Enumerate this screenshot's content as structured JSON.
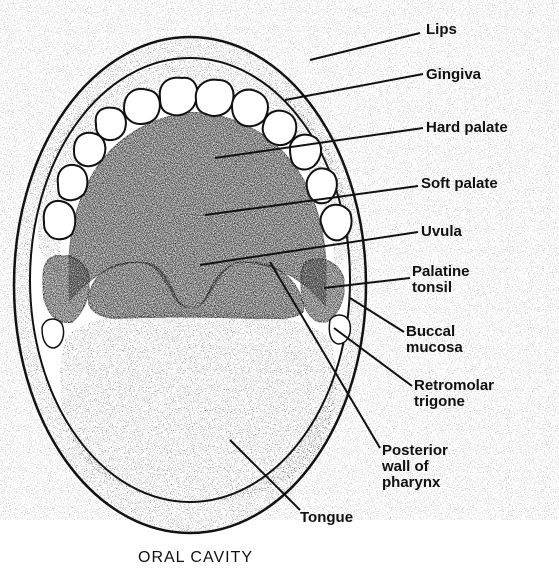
{
  "figure": {
    "caption": "ORAL CAVITY",
    "labels": {
      "lips": "Lips",
      "gingiva": "Gingiva",
      "hard_palate": "Hard palate",
      "soft_palate": "Soft palate",
      "uvula": "Uvula",
      "palatine_tonsil": [
        "Palatine",
        "tonsil"
      ],
      "buccal_mucosa": [
        "Buccal",
        "mucosa"
      ],
      "retromolar_trigone": [
        "Retromolar",
        "trigone"
      ],
      "posterior_wall": [
        "Posterior",
        "wall of",
        "pharynx"
      ],
      "tongue": "Tongue"
    }
  },
  "colors": {
    "ink": "#111111",
    "paper": "#ffffff",
    "stipple": "#3a3a3a"
  }
}
